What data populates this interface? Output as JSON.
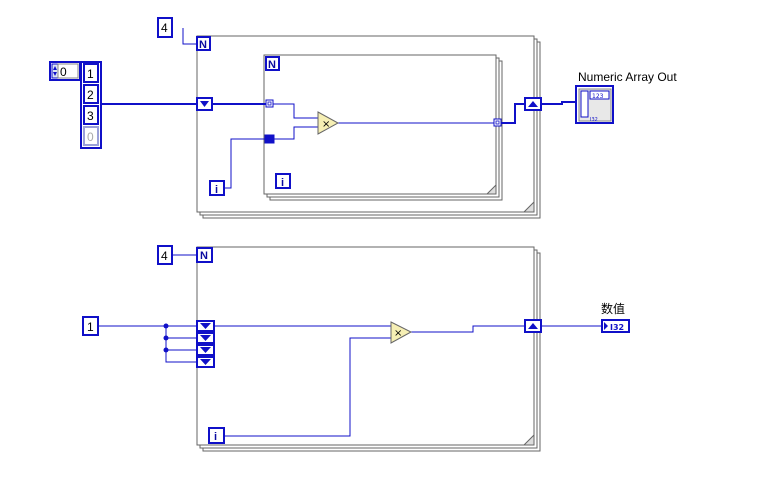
{
  "top_diagram": {
    "outer_loop_count": "4",
    "outer_count_terminal": "N",
    "inner_count_terminal": "N",
    "inner_iteration_terminal": "i",
    "outer_iteration_terminal": "i",
    "multiply_symbol": "×",
    "array_control_index": "0",
    "array_elements": [
      "1",
      "2",
      "3",
      "0"
    ],
    "indicator_label": "Numeric Array Out",
    "indicator_glyph": "123",
    "indicator_type": "I32"
  },
  "bottom_diagram": {
    "loop_count": "4",
    "count_terminal": "N",
    "iteration_terminal": "i",
    "input_constant": "1",
    "multiply_symbol": "×",
    "indicator_label": "数值",
    "indicator_type": "I32"
  },
  "colors": {
    "wire": "#1010c8",
    "terminal_border": "#1010c8",
    "multiply_fill": "#f6efb4",
    "loop_border": "#666666"
  }
}
